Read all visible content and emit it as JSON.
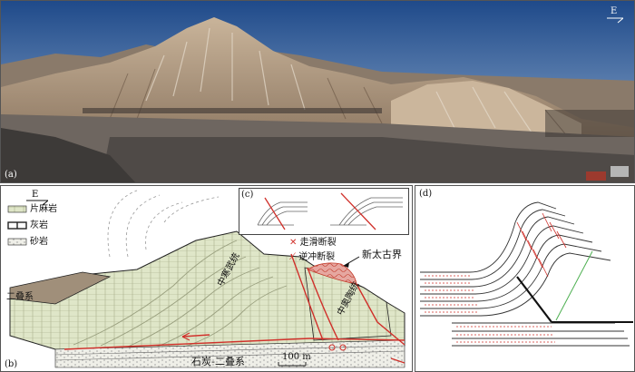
{
  "panel_a": {
    "label": "(a)",
    "compass": "E"
  },
  "panel_b": {
    "label": "(b)",
    "compass": "E",
    "legend": [
      {
        "name": "gneiss",
        "text": "片麻岩"
      },
      {
        "name": "limestone",
        "text": "灰岩"
      },
      {
        "name": "sandstone",
        "text": "砂岩"
      }
    ],
    "units": {
      "permian": "二叠系",
      "middle_cambrian": "中寒武统",
      "middle_ordovician": "中奥陶统",
      "carb_permian": "石炭-二叠系",
      "neoarchean": "新太古界"
    },
    "scale": "100 m"
  },
  "panel_c": {
    "label": "(c)",
    "faults": [
      {
        "name": "strike-slip",
        "text": "走滑断裂"
      },
      {
        "name": "thrust",
        "text": "逆冲断裂"
      }
    ]
  },
  "panel_d": {
    "label": "(d)"
  }
}
